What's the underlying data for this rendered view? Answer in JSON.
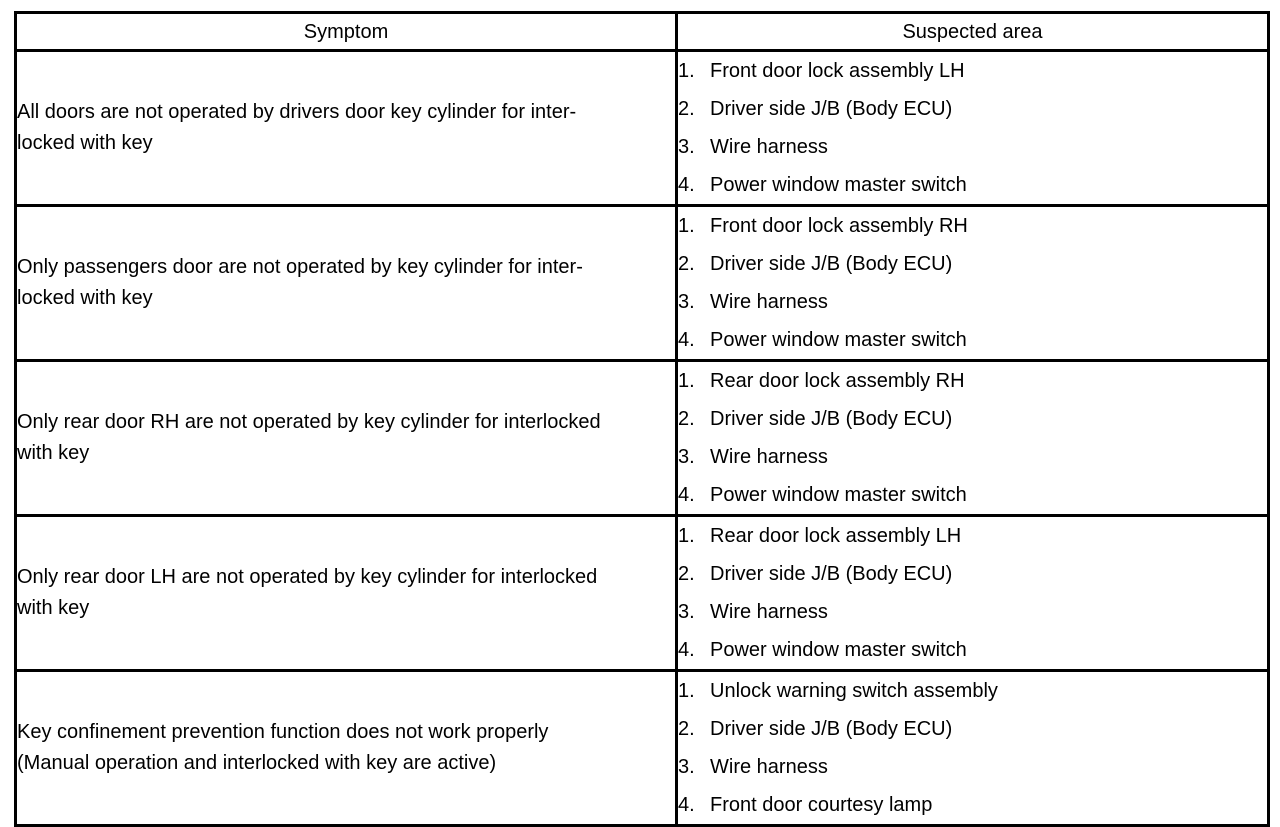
{
  "document": {
    "kind": "troubleshooting-symptom-table",
    "colors": {
      "border": "#000000",
      "text": "#000000",
      "background": "#ffffff"
    }
  },
  "table": {
    "headers": {
      "symptom": "Symptom",
      "suspected_area": "Suspected area"
    },
    "rows": [
      {
        "symptom": "All doors are not operated by drivers door key cylinder for inter-\nlocked with key",
        "suspected_area": [
          {
            "num": "1.",
            "label": "Front door lock assembly LH"
          },
          {
            "num": "2.",
            "label": "Driver side J/B (Body ECU)"
          },
          {
            "num": "3.",
            "label": "Wire harness"
          },
          {
            "num": "4.",
            "label": "Power window master switch"
          }
        ]
      },
      {
        "symptom": "Only passengers door are not operated by key cylinder for inter-\nlocked with key",
        "suspected_area": [
          {
            "num": "1.",
            "label": "Front door lock assembly RH"
          },
          {
            "num": "2.",
            "label": "Driver side J/B (Body ECU)"
          },
          {
            "num": "3.",
            "label": "Wire harness"
          },
          {
            "num": "4.",
            "label": "Power window master switch"
          }
        ]
      },
      {
        "symptom": "Only rear door RH are not operated by key cylinder for interlocked\nwith key",
        "suspected_area": [
          {
            "num": "1.",
            "label": "Rear door lock assembly RH"
          },
          {
            "num": "2.",
            "label": "Driver side J/B (Body ECU)"
          },
          {
            "num": "3.",
            "label": "Wire harness"
          },
          {
            "num": "4.",
            "label": "Power window master switch"
          }
        ]
      },
      {
        "symptom": "Only rear door LH are not operated by key cylinder for interlocked\nwith key",
        "suspected_area": [
          {
            "num": "1.",
            "label": "Rear door lock assembly LH"
          },
          {
            "num": "2.",
            "label": "Driver side J/B (Body ECU)"
          },
          {
            "num": "3.",
            "label": "Wire harness"
          },
          {
            "num": "4.",
            "label": "Power window master switch"
          }
        ]
      },
      {
        "symptom": "Key confinement prevention function does not work properly\n(Manual operation and interlocked with key are active)",
        "suspected_area": [
          {
            "num": "1.",
            "label": "Unlock warning switch assembly"
          },
          {
            "num": "2.",
            "label": "Driver side J/B (Body ECU)"
          },
          {
            "num": "3.",
            "label": "Wire harness"
          },
          {
            "num": "4.",
            "label": "Front door courtesy lamp"
          }
        ]
      }
    ]
  }
}
